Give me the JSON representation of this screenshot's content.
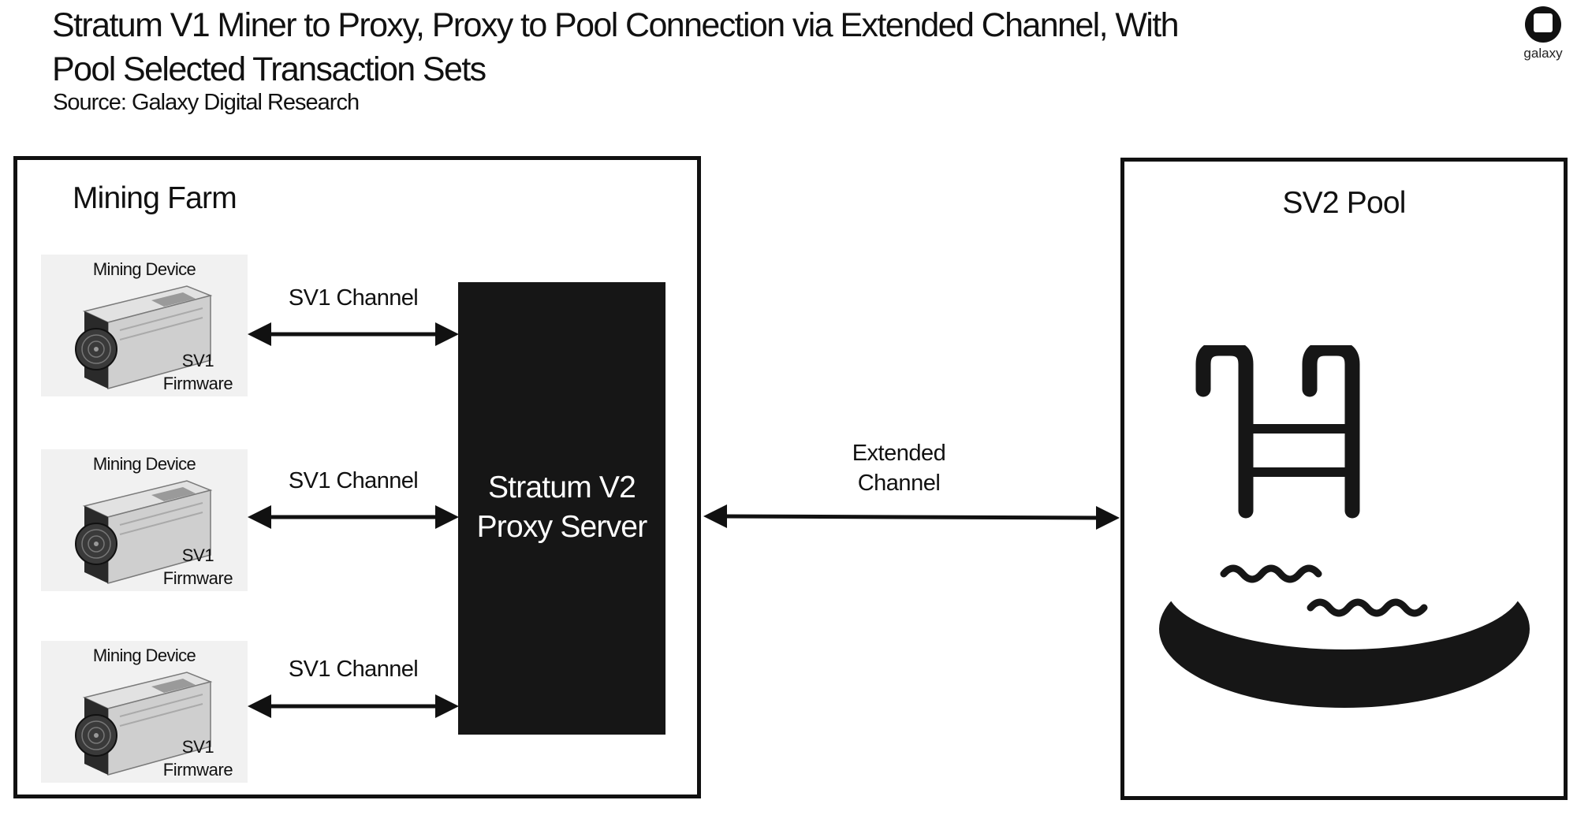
{
  "header": {
    "title_lines": [
      "Stratum V1 Miner to Proxy, Proxy to Pool Connection via Extended Channel, With",
      "Pool Selected Transaction Sets"
    ],
    "source": "Source: Galaxy Digital Research",
    "logo_text": "galaxy"
  },
  "farm": {
    "title": "Mining Farm",
    "devices": [
      {
        "label": "Mining Device",
        "firmware_line1": "SV1",
        "firmware_line2": "Firmware",
        "channel": "SV1 Channel"
      },
      {
        "label": "Mining Device",
        "firmware_line1": "SV1",
        "firmware_line2": "Firmware",
        "channel": "SV1 Channel"
      },
      {
        "label": "Mining Device",
        "firmware_line1": "SV1",
        "firmware_line2": "Firmware",
        "channel": "SV1 Channel"
      }
    ],
    "proxy_line1": "Stratum V2",
    "proxy_line2": "Proxy Server"
  },
  "link": {
    "line1": "Extended",
    "line2": "Channel"
  },
  "pool": {
    "title": "SV2 Pool",
    "icon": "swimming-pool-icon"
  },
  "colors": {
    "ink": "#111111",
    "proxy_fill": "#161616",
    "device_bg": "#f1f1f1"
  },
  "icons": {
    "logo": "galaxy-logo-icon",
    "device": "asic-miner-icon",
    "arrow": "double-arrow-icon"
  }
}
